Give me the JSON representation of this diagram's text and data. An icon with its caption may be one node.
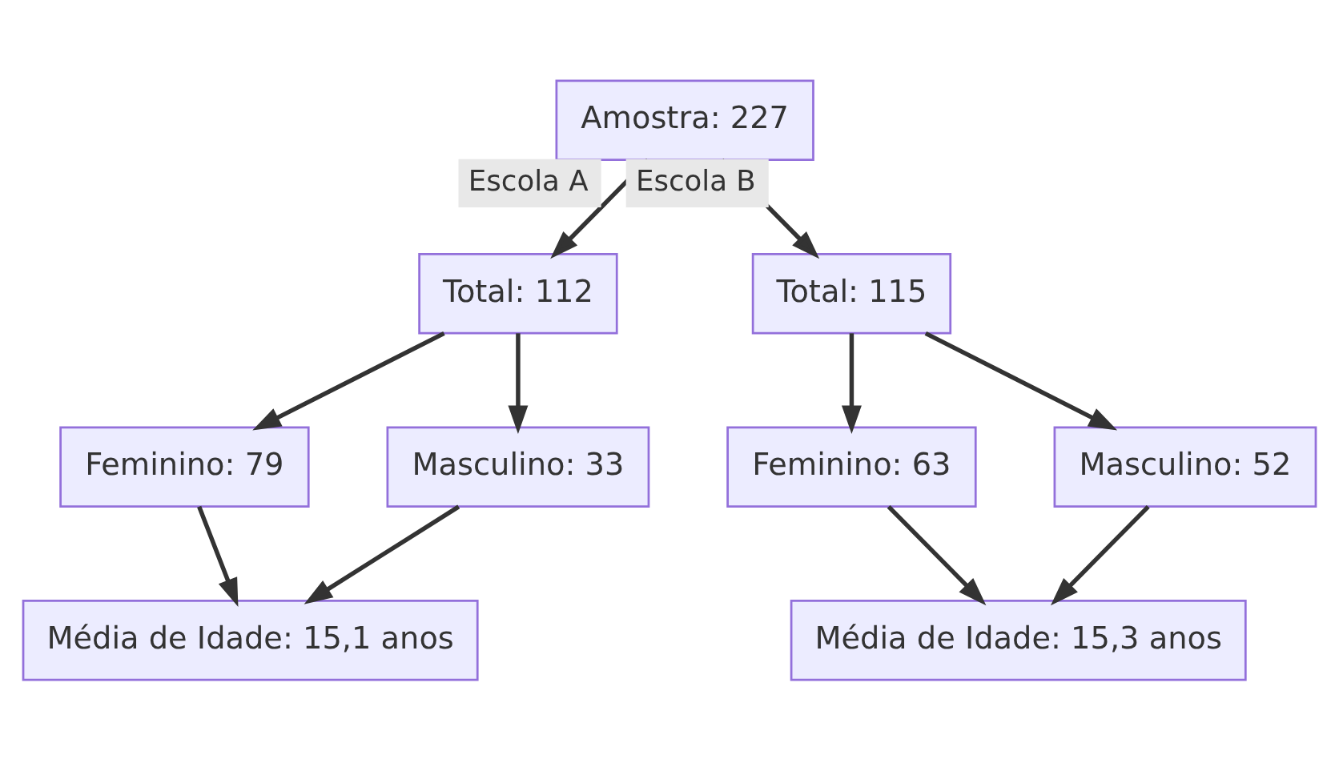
{
  "diagram": {
    "nodes": [
      {
        "text": [
          "Amostra: 227"
        ]
      },
      {
        "text": [
          "Total: 112"
        ]
      },
      {
        "text": [
          "Total: 115"
        ]
      },
      {
        "text": [
          "Feminino: 79"
        ]
      },
      {
        "text": [
          "Masculino: 33"
        ]
      },
      {
        "text": [
          "Feminino: 63"
        ]
      },
      {
        "text": [
          "Masculino: 52"
        ]
      },
      {
        "text": [
          "Média de Idade: 15,1 anos"
        ]
      },
      {
        "text": [
          "Média de Idade: 15,3 anos"
        ]
      }
    ],
    "edges": [
      {
        "from": 0,
        "to": 1,
        "arrow": "to",
        "label": "Escola A"
      },
      {
        "from": 0,
        "to": 2,
        "arrow": "to",
        "label": "Escola B"
      },
      {
        "from": 1,
        "to": 3,
        "arrow": "to"
      },
      {
        "from": 1,
        "to": 4,
        "arrow": "to"
      },
      {
        "from": 2,
        "to": 5,
        "arrow": "to"
      },
      {
        "from": 2,
        "to": 6,
        "arrow": "to"
      },
      {
        "from": 3,
        "to": 7,
        "arrow": "to"
      },
      {
        "from": 4,
        "to": 7,
        "arrow": "to"
      },
      {
        "from": 5,
        "to": 8,
        "arrow": "to"
      },
      {
        "from": 6,
        "to": 8,
        "arrow": "to"
      }
    ]
  }
}
